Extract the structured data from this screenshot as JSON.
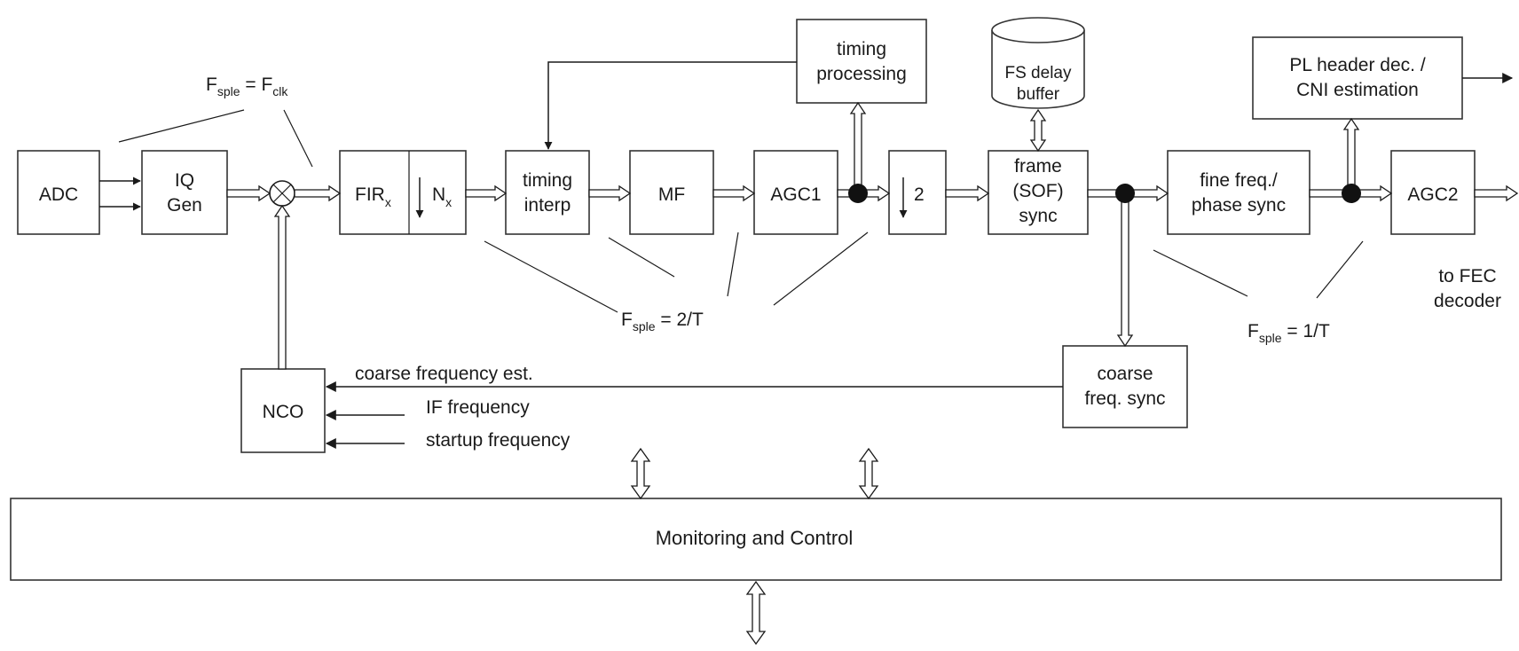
{
  "blocks": {
    "adc": "ADC",
    "iq_gen": [
      "IQ",
      "Gen"
    ],
    "fir": {
      "main": "FIR",
      "sub": "x"
    },
    "decim_nx": {
      "main": "N",
      "sub": "x"
    },
    "timing_interp": [
      "timing",
      "interp"
    ],
    "mf": "MF",
    "agc1": "AGC1",
    "decim2": "2",
    "frame_sync": [
      "frame",
      "(SOF)",
      "sync"
    ],
    "fine_freq_sync": [
      "fine freq./",
      "phase sync"
    ],
    "agc2": "AGC2",
    "timing_processing": [
      "timing",
      "processing"
    ],
    "fs_delay_buffer": [
      "FS delay",
      "buffer"
    ],
    "pl_header_dec": [
      "PL header dec. /",
      "CNI estimation"
    ],
    "coarse_freq_sync": [
      "coarse",
      "freq. sync"
    ],
    "nco": "NCO",
    "monitoring": "Monitoring and Control"
  },
  "nco_inputs": {
    "coarse": "coarse frequency est.",
    "if": "IF frequency",
    "startup": "startup frequency"
  },
  "rates": {
    "clk": {
      "prefix": "F",
      "sub": "sple",
      "mid": " = F",
      "sub2": "clk"
    },
    "two_over_t": {
      "prefix": "F",
      "sub": "sple",
      "mid": " = 2/T"
    },
    "one_over_t": {
      "prefix": "F",
      "sub": "sple",
      "mid": " = 1/T"
    }
  },
  "output_label": [
    "to FEC",
    "decoder"
  ]
}
